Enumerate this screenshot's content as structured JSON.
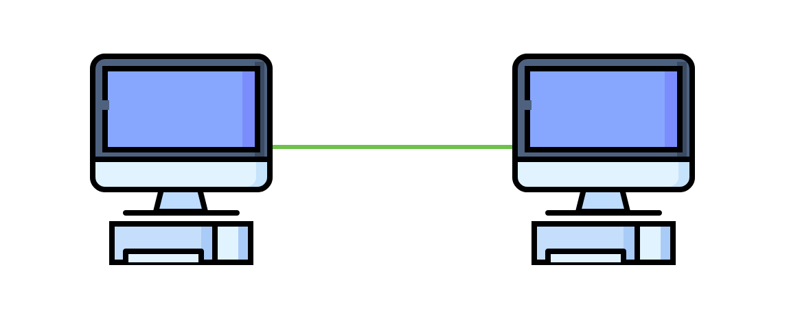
{
  "colors": {
    "background": "#ffffff",
    "outline": "#000000",
    "bezel": "#4e6280",
    "bezel_shadow": "#3b4a63",
    "screen": "#87a7fe",
    "screen_shade": "#7b8dfd",
    "chin": "#e1f3fe",
    "chin_shade": "#c5e3fb",
    "stand": "#bedcfd",
    "tower": "#c4defb",
    "tower_shade": "#a9cbf7",
    "tower_bay": "#e1f3fe",
    "link": "#6cc24a"
  },
  "nodes": [
    {
      "id": "computer-left",
      "icon": "desktop-computer-icon"
    },
    {
      "id": "computer-right",
      "icon": "desktop-computer-icon"
    }
  ],
  "links": [
    {
      "from": "computer-left",
      "to": "computer-right",
      "style": "solid",
      "color": "#6cc24a"
    }
  ]
}
